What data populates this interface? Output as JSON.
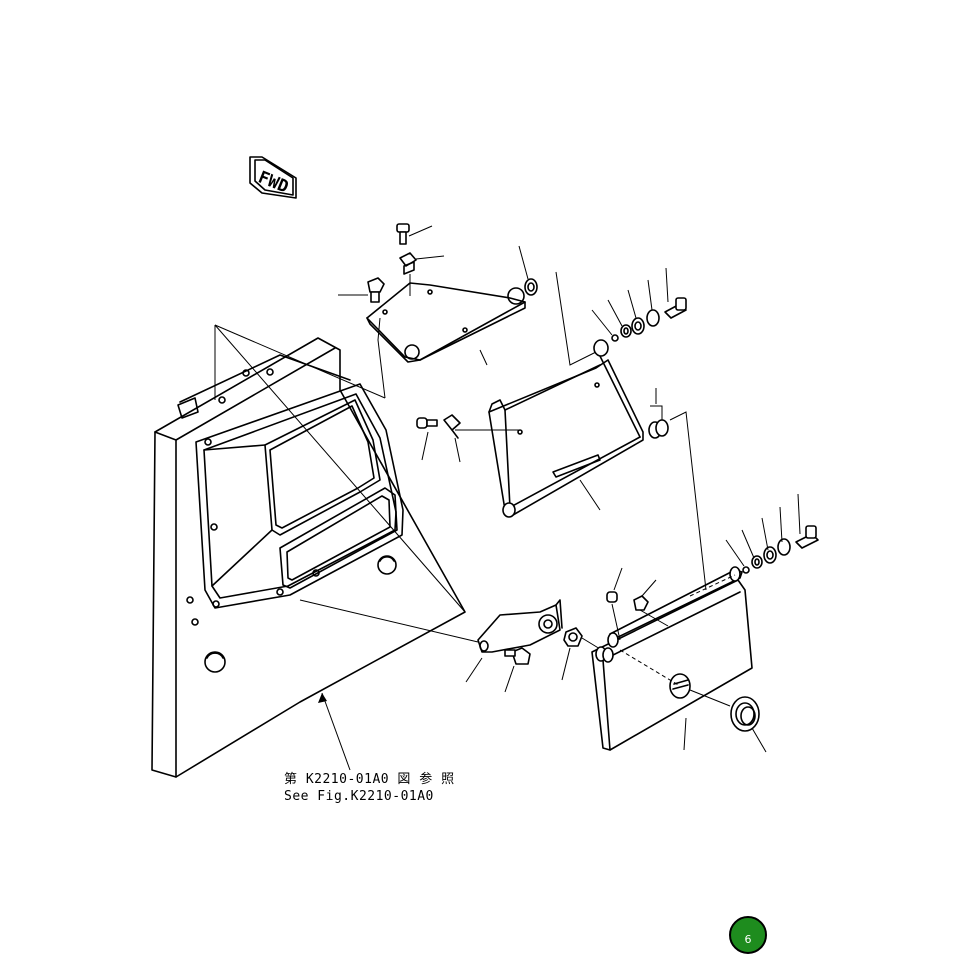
{
  "diagram": {
    "direction_label": "FWD",
    "reference_note_jp": "第 K2210-01A0 図 参 照",
    "reference_note_en": "See Fig.K2210-01A0"
  },
  "page_badge": "6"
}
